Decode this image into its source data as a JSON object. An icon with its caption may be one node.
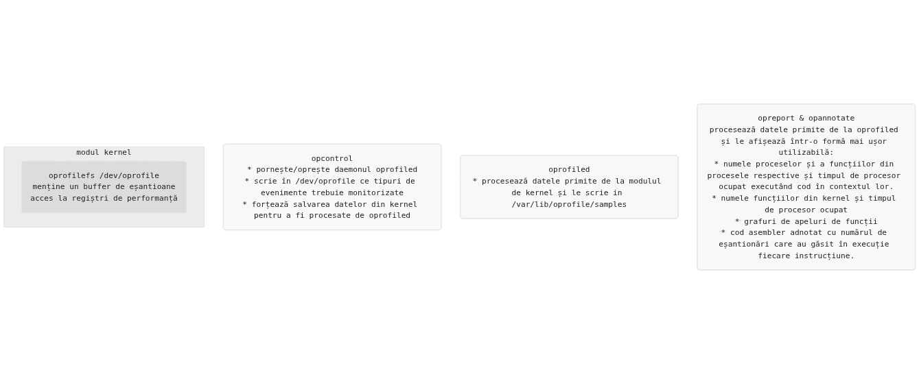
{
  "diagram": {
    "nodes": [
      {
        "text": [
          "modul kernel"
        ]
      },
      {
        "text": [
          "oprofilefs /dev/oprofile",
          "menține un buffer de eșantioane",
          "acces la regiștri de performanță"
        ],
        "in": 0
      },
      {
        "text": [
          "opcontrol",
          "* pornește/oprește daemonul oprofiled",
          "* scrie în /dev/oprofile ce tipuri de evenimente trebuie monitorizate",
          "* forțează salvarea datelor din kernel pentru a fi procesate de oprofiled"
        ]
      },
      {
        "text": [
          "oprofiled",
          "* procesează datele primite de la modulul de kernel și le scrie in /var/lib/oprofile/samples"
        ]
      },
      {
        "text": [
          "opreport & opannotate",
          "procesează datele primite de la oprofiled și le afișează într-o formă mai ușor utilizabilă:",
          "* numele proceselor și a funcțiilor din procesele respective și timpul de procesor ocupat executând cod în contextul lor.",
          "* numele funcțiilor din kernel și timpul de procesor ocupat",
          "* grafuri de apeluri de funcții",
          "* cod asembler adnotat cu numărul de eșantionări care au găsit în execuție fiecare instrucțiune."
        ]
      }
    ],
    "edges": []
  }
}
